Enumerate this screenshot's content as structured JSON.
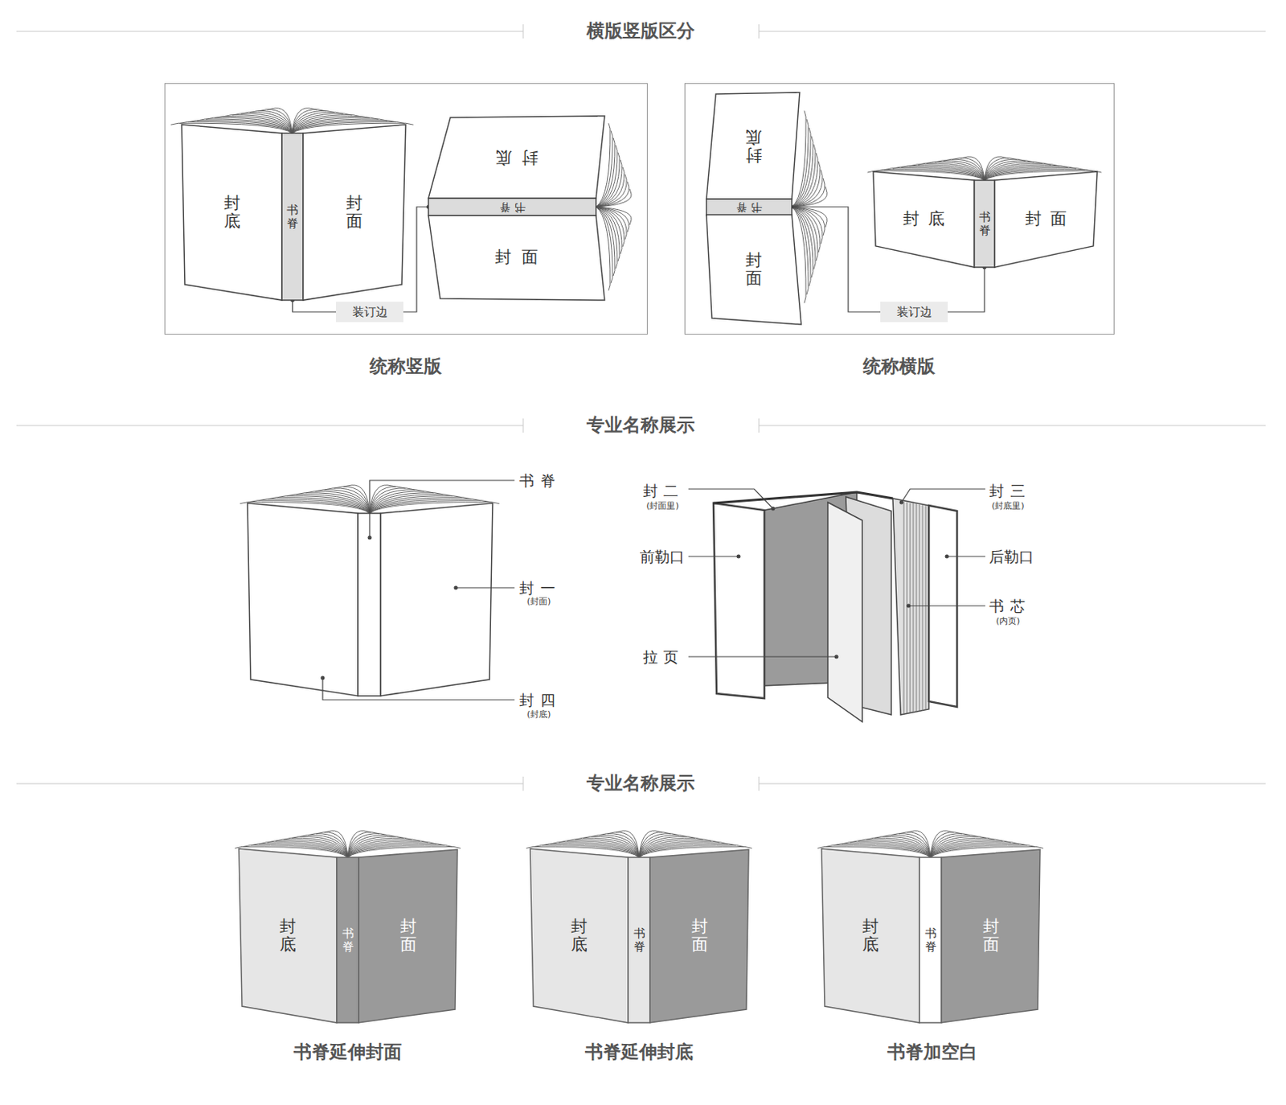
{
  "diagram": {
    "nodes": [
      {
        "text": [
          "封底"
        ]
      },
      {
        "text": [
          "书脊"
        ]
      },
      {
        "text": [
          "封面"
        ]
      },
      {
        "text": [
          "封底"
        ]
      },
      {
        "text": [
          "书脊"
        ]
      },
      {
        "text": [
          "封面"
        ]
      },
      {
        "text": [
          "装订边"
        ]
      },
      {
        "text": [
          "封底"
        ]
      },
      {
        "text": [
          "书脊"
        ]
      },
      {
        "text": [
          "封面"
        ]
      },
      {
        "text": [
          "封底"
        ]
      },
      {
        "text": [
          "书脊"
        ]
      },
      {
        "text": [
          "封面"
        ]
      },
      {
        "text": [
          "装订边"
        ]
      },
      {
        "text": [
          "封底"
        ]
      },
      {
        "text": [
          "书脊"
        ]
      },
      {
        "text": [
          "封面"
        ]
      },
      {
        "text": [
          "封底"
        ]
      },
      {
        "text": [
          "书脊"
        ]
      },
      {
        "text": [
          "封面"
        ]
      },
      {
        "text": [
          "封底"
        ]
      },
      {
        "text": [
          "书脊"
        ]
      },
      {
        "text": [
          "封面"
        ]
      }
    ],
    "edges": [
      {
        "from": 6,
        "to": 1,
        "arrow": "none"
      },
      {
        "from": 6,
        "to": 4,
        "arrow": "none"
      },
      {
        "from": 13,
        "to": 8,
        "arrow": "none"
      },
      {
        "from": 13,
        "to": 11,
        "arrow": "none"
      }
    ],
    "labels": [
      "横版竖版区分",
      "统称竖版",
      "统称横版",
      "专业名称展示",
      "书脊",
      "封一",
      "(封面)",
      "封四",
      "(封底)",
      "封二",
      "(封面里)",
      "封三",
      "(封底里)",
      "前勒口",
      "后勒口",
      "书芯",
      "(内页)",
      "拉页",
      "专业名称展示",
      "书脊延伸封面",
      "书脊延伸封底",
      "书脊加空白"
    ]
  }
}
